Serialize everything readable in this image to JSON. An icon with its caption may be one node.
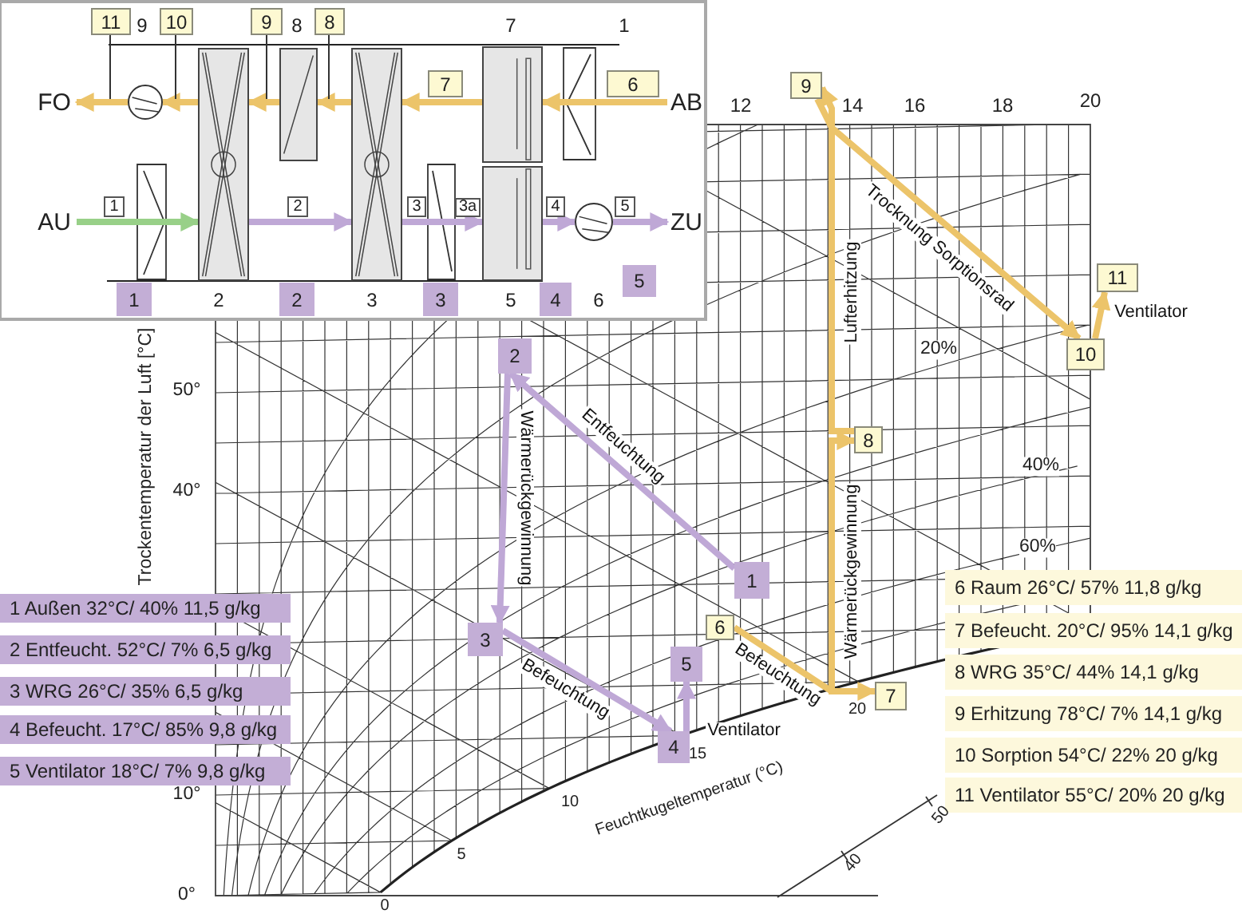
{
  "diagram": {
    "nodes": [
      {
        "text": [
          "11"
        ]
      },
      {
        "text": [
          "10"
        ]
      },
      {
        "text": [
          "9"
        ]
      },
      {
        "text": [
          "8"
        ]
      },
      {
        "text": [
          "FO"
        ]
      },
      {
        "text": [],
        "shape": "circle"
      },
      {
        "text": [],
        "shape": "box",
        "beside": [
          "2"
        ]
      },
      {
        "text": [],
        "shape": "box",
        "beside": [
          "8"
        ]
      },
      {
        "text": [],
        "shape": "box",
        "beside": [
          "3"
        ]
      },
      {
        "text": [],
        "shape": "box",
        "beside": [
          "7"
        ]
      },
      {
        "text": [
          "7"
        ]
      },
      {
        "text": [
          "6"
        ]
      },
      {
        "text": [
          "AB"
        ]
      },
      {
        "text": [
          "AU"
        ]
      },
      {
        "text": [
          "1"
        ]
      },
      {
        "text": [
          "2"
        ]
      },
      {
        "text": [
          "3"
        ]
      },
      {
        "text": [
          "3a"
        ]
      },
      {
        "text": [],
        "shape": "box",
        "beside": [
          "5"
        ]
      },
      {
        "text": [
          "4"
        ]
      },
      {
        "text": [],
        "shape": "circle"
      },
      {
        "text": [
          "5"
        ]
      },
      {
        "text": [
          "ZU"
        ]
      },
      {
        "text": [
          "5"
        ]
      },
      {
        "text": [
          "1"
        ]
      },
      {
        "text": [
          "2"
        ]
      },
      {
        "text": [
          "3"
        ]
      },
      {
        "text": [
          "4"
        ]
      },
      {
        "text": [
          "9"
        ]
      },
      {
        "text": [
          "2"
        ]
      },
      {
        "text": [
          "11"
        ]
      },
      {
        "text": [
          "10"
        ]
      },
      {
        "text": [
          "8"
        ]
      },
      {
        "text": [
          "1"
        ]
      },
      {
        "text": [
          "6"
        ]
      },
      {
        "text": [
          "3"
        ]
      },
      {
        "text": [
          "5"
        ]
      },
      {
        "text": [
          "7"
        ]
      },
      {
        "text": [
          "4"
        ]
      },
      {
        "text": [
          "1 Außen 32°C/ 40% 11,5 g/kg"
        ]
      },
      {
        "text": [
          "2 Entfeucht. 52°C/ 7% 6,5 g/kg"
        ]
      },
      {
        "text": [
          "3 WRG 26°C/ 35% 6,5 g/kg"
        ]
      },
      {
        "text": [
          "4 Befeucht. 17°C/ 85% 9,8 g/kg"
        ]
      },
      {
        "text": [
          "5 Ventilator 18°C/ 7% 9,8 g/kg"
        ]
      },
      {
        "text": [
          "6 Raum 26°C/ 57% 11,8 g/kg"
        ]
      },
      {
        "text": [
          "7 Befeucht. 20°C/ 95% 14,1 g/kg"
        ]
      },
      {
        "text": [
          "8 WRG 35°C/ 44% 14,1 g/kg"
        ]
      },
      {
        "text": [
          "9 Erhitzung 78°C/ 7% 14,1 g/kg"
        ]
      },
      {
        "text": [
          "10 Sorption 54°C/ 22% 20 g/kg"
        ]
      },
      {
        "text": [
          "11 Ventilator 55°C/ 20% 20 g/kg"
        ]
      }
    ],
    "edges": [
      {
        "from": 12,
        "to": 9,
        "arrow": "to"
      },
      {
        "from": 9,
        "to": 8,
        "arrow": "to"
      },
      {
        "from": 8,
        "to": 7,
        "arrow": "to"
      },
      {
        "from": 7,
        "to": 6,
        "arrow": "to"
      },
      {
        "from": 6,
        "to": 5,
        "arrow": "to"
      },
      {
        "from": 5,
        "to": 4,
        "arrow": "to"
      },
      {
        "from": 13,
        "to": 6,
        "arrow": "to",
        "color": "#98d088"
      },
      {
        "from": 6,
        "to": 8,
        "arrow": "to",
        "color": "#bfa8d6"
      },
      {
        "from": 8,
        "to": 18,
        "arrow": "to",
        "color": "#bfa8d6"
      },
      {
        "from": 18,
        "to": 20,
        "arrow": "to",
        "color": "#bfa8d6"
      },
      {
        "from": 20,
        "to": 22,
        "arrow": "to",
        "color": "#bfa8d6"
      },
      {
        "from": 0,
        "to": 5,
        "arrow": "none",
        "color": "#333333"
      },
      {
        "from": 1,
        "to": 5,
        "arrow": "none",
        "color": "#333333"
      },
      {
        "from": 2,
        "to": 7,
        "arrow": "none",
        "color": "#333333"
      },
      {
        "from": 3,
        "to": 7,
        "arrow": "none",
        "color": "#333333"
      },
      {
        "from": 33,
        "to": 29,
        "arrow": "to",
        "color": "#bfa8d6",
        "label": "Entfeuchtung"
      },
      {
        "from": 29,
        "to": 35,
        "arrow": "to",
        "color": "#bfa8d6",
        "label": "Wärmerückgewinnung"
      },
      {
        "from": 35,
        "to": 38,
        "arrow": "to",
        "color": "#bfa8d6",
        "label": "Befeuchtung"
      },
      {
        "from": 38,
        "to": 36,
        "arrow": "to",
        "color": "#bfa8d6",
        "label": "Ventilator"
      },
      {
        "from": 34,
        "to": 37,
        "arrow": "to",
        "label": "Befeuchtung"
      },
      {
        "from": 37,
        "to": 32,
        "arrow": "to",
        "label": "Wärmerückgewinnung"
      },
      {
        "from": 32,
        "to": 28,
        "arrow": "to",
        "label": "Lufterhitzung"
      },
      {
        "from": 28,
        "to": 31,
        "arrow": "to",
        "label": "Trocknung Sorptionsrad"
      },
      {
        "from": 31,
        "to": 30,
        "arrow": "to",
        "label": "Ventilator"
      }
    ],
    "labels": [
      "9",
      "1",
      "6",
      "12",
      "14",
      "16",
      "18",
      "20",
      "Trockentemperatur der Luft [°C]",
      "50°",
      "40°",
      "20%",
      "40%",
      "60%",
      "10°",
      "10",
      "5",
      "0",
      "15",
      "20",
      "Feuchtkugeltemperatur (°C)",
      "50",
      "40",
      "0°"
    ]
  }
}
